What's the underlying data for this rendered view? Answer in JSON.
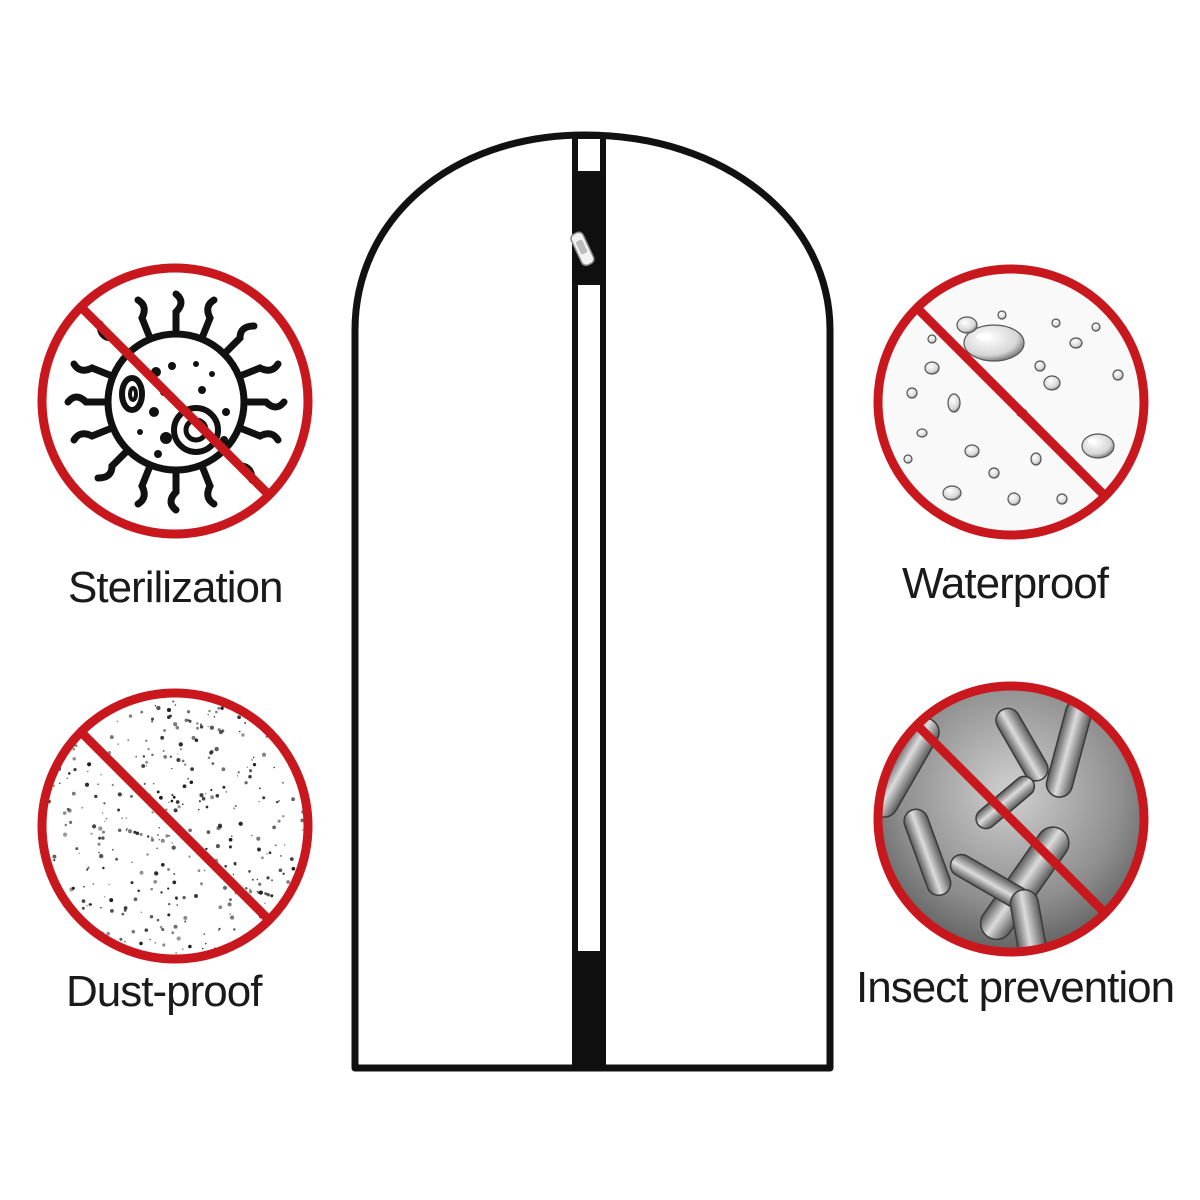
{
  "colors": {
    "prohibition_red": "#c8181e",
    "outline_black": "#111111",
    "background": "#ffffff",
    "zipper_tape": "#0f0f0f"
  },
  "garment_bag": {
    "icon": "garment-bag-icon",
    "zipper_icon": "zipper-pull-icon"
  },
  "features": [
    {
      "label": "Sterilization",
      "icon": "germ-prohibited-icon"
    },
    {
      "label": "Waterproof",
      "icon": "water-drops-prohibited-icon"
    },
    {
      "label": "Dust-proof",
      "icon": "dust-prohibited-icon"
    },
    {
      "label": "Insect prevention",
      "icon": "bacteria-prohibited-icon"
    }
  ]
}
